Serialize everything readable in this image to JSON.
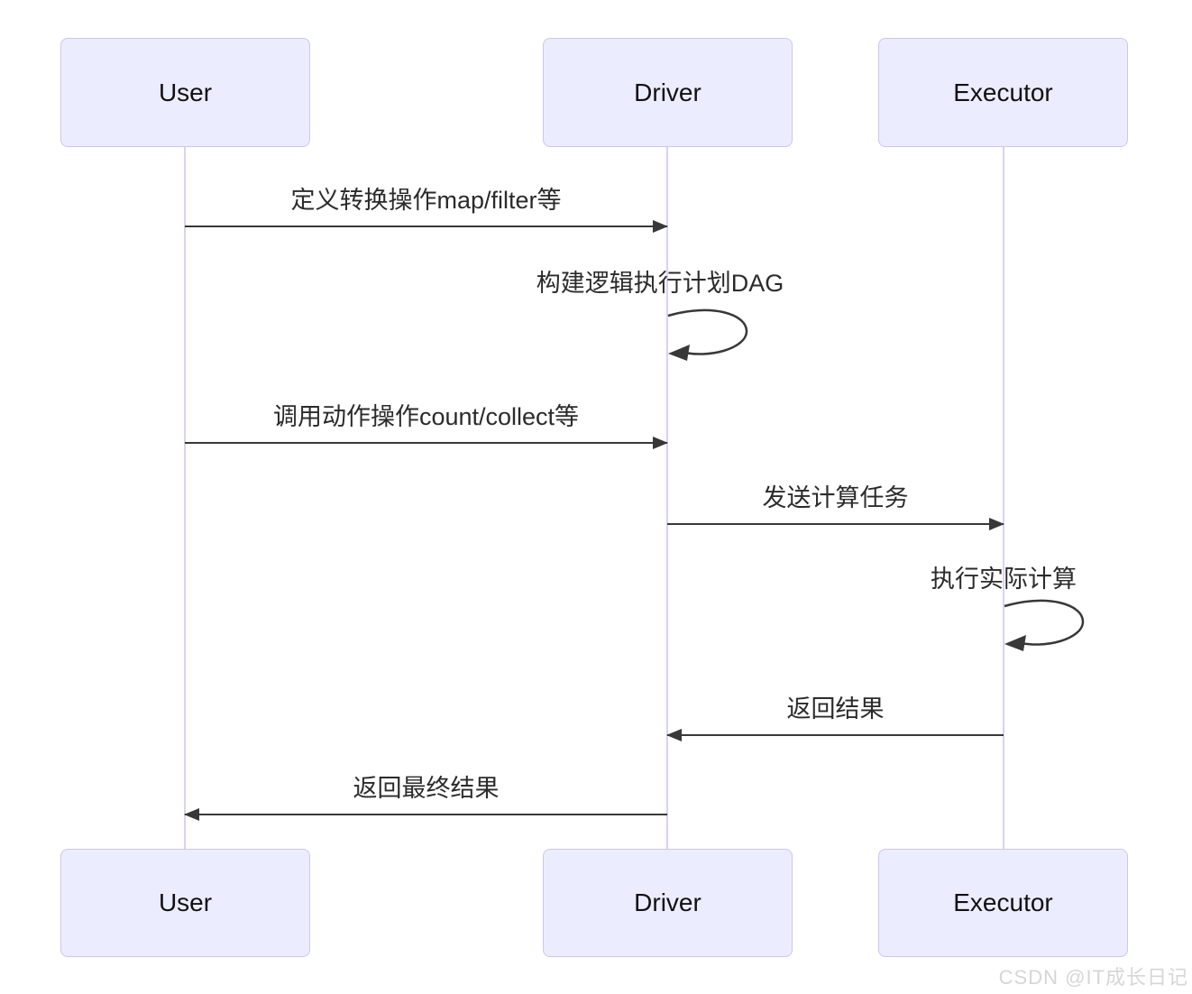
{
  "diagram": {
    "type": "sequence",
    "actors": [
      "User",
      "Driver",
      "Executor"
    ],
    "messages": [
      {
        "from": "User",
        "to": "Driver",
        "label": "定义转换操作map/filter等",
        "style": "solid-arrow"
      },
      {
        "from": "Driver",
        "to": "Driver",
        "label": "构建逻辑执行计划DAG",
        "style": "self-loop"
      },
      {
        "from": "User",
        "to": "Driver",
        "label": "调用动作操作count/collect等",
        "style": "solid-arrow"
      },
      {
        "from": "Driver",
        "to": "Executor",
        "label": "发送计算任务",
        "style": "solid-arrow"
      },
      {
        "from": "Executor",
        "to": "Executor",
        "label": "执行实际计算",
        "style": "self-loop"
      },
      {
        "from": "Executor",
        "to": "Driver",
        "label": "返回结果",
        "style": "solid-arrow"
      },
      {
        "from": "Driver",
        "to": "User",
        "label": "返回最终结果",
        "style": "solid-arrow"
      }
    ],
    "watermark": "CSDN @IT成长日记",
    "colors": {
      "actor_fill": "#ECECFF",
      "actor_border": "#CDC6EC",
      "lifeline": "#DCD0F2",
      "arrow": "#383838",
      "message_text": "#2b2b2b",
      "watermark_text": "#d6d6d6",
      "background": "#ffffff"
    }
  }
}
